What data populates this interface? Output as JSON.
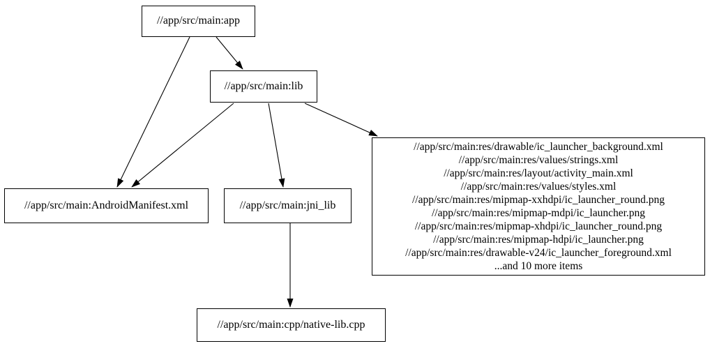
{
  "diagram": {
    "type": "dependency-graph",
    "background_color": "#ffffff",
    "node_border_color": "#000000",
    "text_color": "#000000",
    "edge_color": "#000000"
  },
  "nodes": {
    "app": {
      "label": "//app/src/main:app"
    },
    "lib": {
      "label": "//app/src/main:lib"
    },
    "android_manifest": {
      "label": "//app/src/main:AndroidManifest.xml"
    },
    "jni_lib": {
      "label": "//app/src/main:jni_lib"
    },
    "native_lib_cpp": {
      "label": "//app/src/main:cpp/native-lib.cpp"
    },
    "res_group": {
      "lines": [
        "//app/src/main:res/drawable/ic_launcher_background.xml",
        "//app/src/main:res/values/strings.xml",
        "//app/src/main:res/layout/activity_main.xml",
        "//app/src/main:res/values/styles.xml",
        "//app/src/main:res/mipmap-xxhdpi/ic_launcher_round.png",
        "//app/src/main:res/mipmap-mdpi/ic_launcher.png",
        "//app/src/main:res/mipmap-xhdpi/ic_launcher_round.png",
        "//app/src/main:res/mipmap-hdpi/ic_launcher.png",
        "//app/src/main:res/drawable-v24/ic_launcher_foreground.xml",
        "...and 10 more items"
      ]
    }
  },
  "edges": [
    {
      "from": "app",
      "to": "lib"
    },
    {
      "from": "app",
      "to": "android_manifest"
    },
    {
      "from": "lib",
      "to": "android_manifest"
    },
    {
      "from": "lib",
      "to": "jni_lib"
    },
    {
      "from": "lib",
      "to": "res_group"
    },
    {
      "from": "jni_lib",
      "to": "native_lib_cpp"
    }
  ]
}
